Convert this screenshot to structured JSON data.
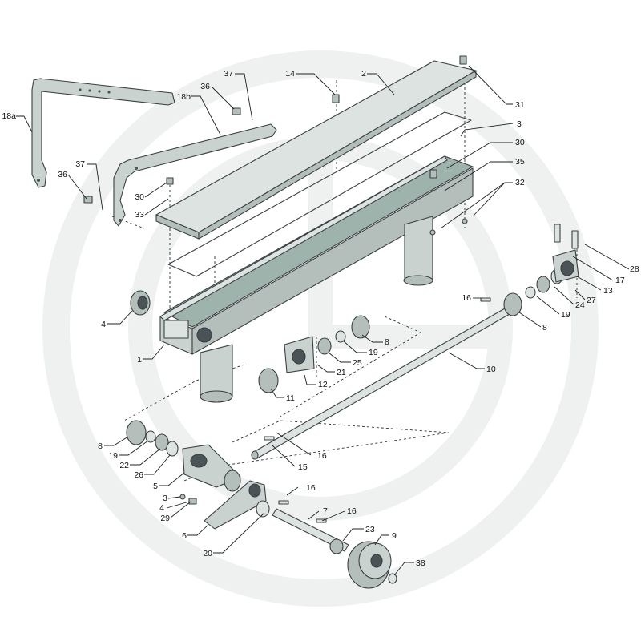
{
  "watermark": {
    "color": "#eef1ef"
  },
  "colors": {
    "metal": "#c9d2cf",
    "shade": "#b4bfbc",
    "glass": "#9fb3ad",
    "outline": "#3a3f42"
  },
  "callouts": [
    {
      "id": "c-18a",
      "label": "18a",
      "anchor": "end"
    },
    {
      "id": "c-36a",
      "label": "36",
      "anchor": "end"
    },
    {
      "id": "c-37a",
      "label": "37",
      "anchor": "end"
    },
    {
      "id": "c-36b",
      "label": "36",
      "anchor": "end"
    },
    {
      "id": "c-37b",
      "label": "37",
      "anchor": "end"
    },
    {
      "id": "c-18b",
      "label": "18b",
      "anchor": "end"
    },
    {
      "id": "c-30a",
      "label": "30",
      "anchor": "end"
    },
    {
      "id": "c-33",
      "label": "33",
      "anchor": "end"
    },
    {
      "id": "c-14",
      "label": "14",
      "anchor": "end"
    },
    {
      "id": "c-2",
      "label": "2",
      "anchor": "end"
    },
    {
      "id": "c-31",
      "label": "31",
      "anchor": "start"
    },
    {
      "id": "c-3",
      "label": "3",
      "anchor": "start"
    },
    {
      "id": "c-30b",
      "label": "30",
      "anchor": "start"
    },
    {
      "id": "c-35",
      "label": "35",
      "anchor": "start"
    },
    {
      "id": "c-32",
      "label": "32",
      "anchor": "start"
    },
    {
      "id": "c-28",
      "label": "28",
      "anchor": "start"
    },
    {
      "id": "c-17",
      "label": "17",
      "anchor": "start"
    },
    {
      "id": "c-13",
      "label": "13",
      "anchor": "start"
    },
    {
      "id": "c-27",
      "label": "27",
      "anchor": "start"
    },
    {
      "id": "c-24",
      "label": "24",
      "anchor": "start"
    },
    {
      "id": "c-19a",
      "label": "19",
      "anchor": "start"
    },
    {
      "id": "c-8a",
      "label": "8",
      "anchor": "start"
    },
    {
      "id": "c-16a",
      "label": "16",
      "anchor": "end"
    },
    {
      "id": "c-4a",
      "label": "4",
      "anchor": "end"
    },
    {
      "id": "c-1",
      "label": "1",
      "anchor": "end"
    },
    {
      "id": "c-8b",
      "label": "8",
      "anchor": "start"
    },
    {
      "id": "c-19b",
      "label": "19",
      "anchor": "start"
    },
    {
      "id": "c-25",
      "label": "25",
      "anchor": "start"
    },
    {
      "id": "c-21",
      "label": "21",
      "anchor": "start"
    },
    {
      "id": "c-12",
      "label": "12",
      "anchor": "start"
    },
    {
      "id": "c-11",
      "label": "11",
      "anchor": "start"
    },
    {
      "id": "c-10",
      "label": "10",
      "anchor": "start"
    },
    {
      "id": "c-8c",
      "label": "8",
      "anchor": "end"
    },
    {
      "id": "c-19c",
      "label": "19",
      "anchor": "end"
    },
    {
      "id": "c-22",
      "label": "22",
      "anchor": "end"
    },
    {
      "id": "c-26",
      "label": "26",
      "anchor": "end"
    },
    {
      "id": "c-5",
      "label": "5",
      "anchor": "end"
    },
    {
      "id": "c-3b",
      "label": "3",
      "anchor": "end"
    },
    {
      "id": "c-4b",
      "label": "4",
      "anchor": "end"
    },
    {
      "id": "c-29",
      "label": "29",
      "anchor": "end"
    },
    {
      "id": "c-6",
      "label": "6",
      "anchor": "end"
    },
    {
      "id": "c-20",
      "label": "20",
      "anchor": "end"
    },
    {
      "id": "c-16b",
      "label": "16",
      "anchor": "start"
    },
    {
      "id": "c-15",
      "label": "15",
      "anchor": "start"
    },
    {
      "id": "c-16c",
      "label": "16",
      "anchor": "start"
    },
    {
      "id": "c-7",
      "label": "7",
      "anchor": "start"
    },
    {
      "id": "c-16d",
      "label": "16",
      "anchor": "start"
    },
    {
      "id": "c-23",
      "label": "23",
      "anchor": "start"
    },
    {
      "id": "c-9",
      "label": "9",
      "anchor": "start"
    },
    {
      "id": "c-38",
      "label": "38",
      "anchor": "start"
    }
  ]
}
